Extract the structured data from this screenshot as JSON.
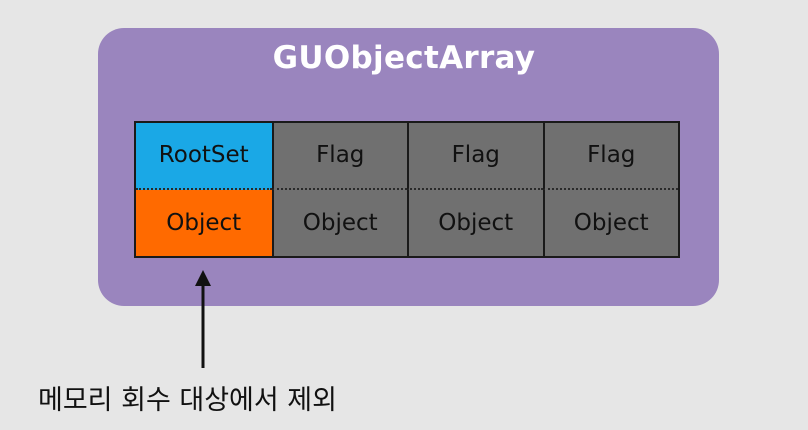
{
  "diagram": {
    "title": "GUObjectArray",
    "columns": [
      {
        "top": "RootSet",
        "bottom": "Object"
      },
      {
        "top": "Flag",
        "bottom": "Object"
      },
      {
        "top": "Flag",
        "bottom": "Object"
      },
      {
        "top": "Flag",
        "bottom": "Object"
      }
    ],
    "caption": "메모리 회수 대상에서 제외"
  },
  "colors": {
    "panel": "#9a85be",
    "rootset": "#1aa8e6",
    "object_highlight": "#ff6a00",
    "cell": "#707070"
  }
}
